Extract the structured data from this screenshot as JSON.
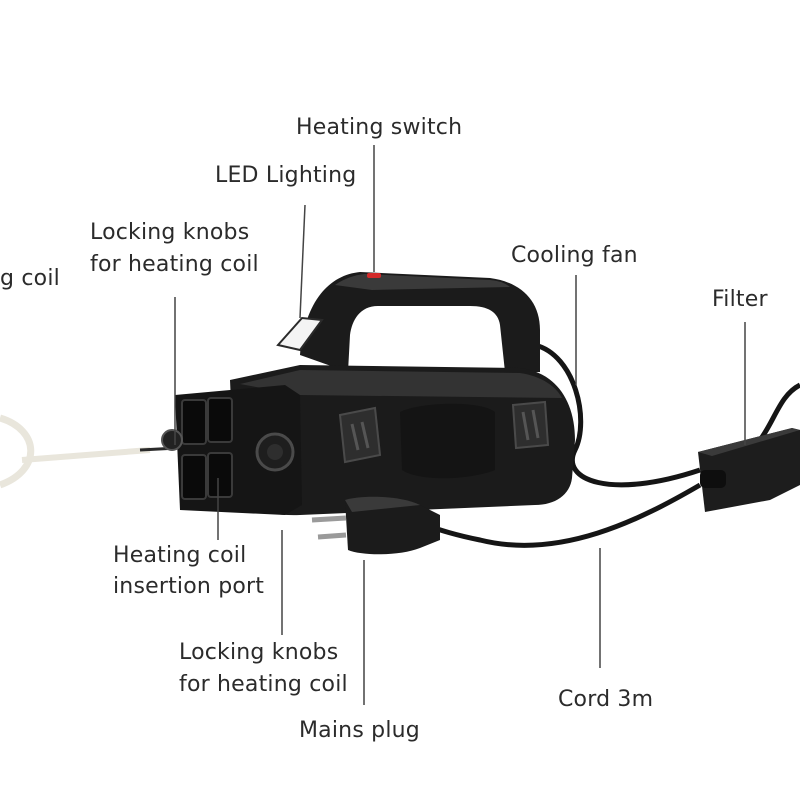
{
  "labels": {
    "heating_switch": "Heating switch",
    "led_lighting": "LED Lighting",
    "locking_knobs_top_line1": "Locking knobs",
    "locking_knobs_top_line2": "for heating coil",
    "heating_coil_partial": "g coil",
    "cooling_fan": "Cooling fan",
    "filter": "Filter",
    "insertion_port_line1": "Heating coil",
    "insertion_port_line2": "insertion port",
    "locking_knobs_bottom_line1": "Locking knobs",
    "locking_knobs_bottom_line2": "for heating coil",
    "mains_plug": "Mains plug",
    "cord": "Cord 3m"
  },
  "colors": {
    "body": "#1b1b1b",
    "body_highlight": "#3a3a3a",
    "accent_red": "#d32a2a",
    "leader_line": "#444444",
    "label_text": "#2b2b2b",
    "coil": "#e9e6dc"
  }
}
